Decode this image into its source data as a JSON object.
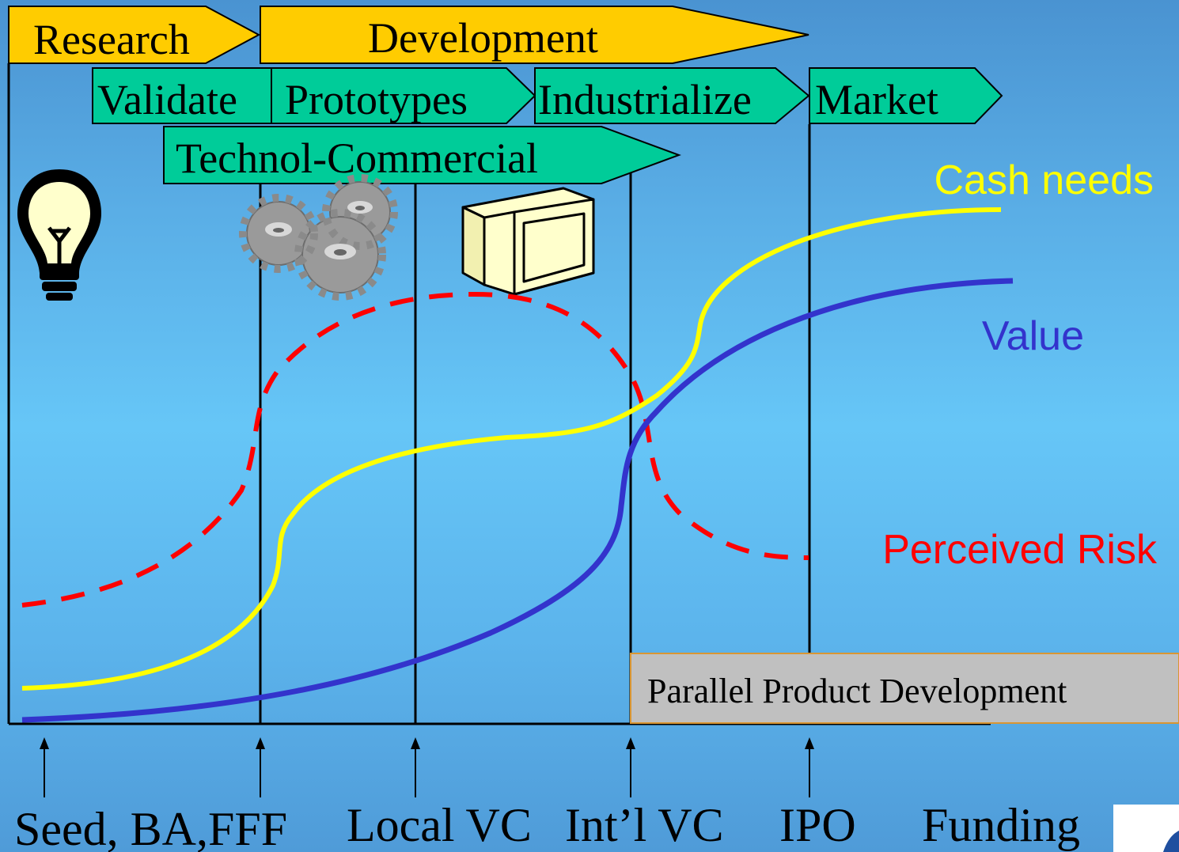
{
  "phases_top": {
    "research": "Research",
    "development": "Development"
  },
  "phases_mid": {
    "validate": "Validate",
    "prototypes": "Prototypes",
    "industrialize": "Industrialize",
    "market": "Market"
  },
  "phases_low": {
    "technol_commercial": "Technol-Commercial"
  },
  "curve_labels": {
    "cash_needs": "Cash needs",
    "value": "Value",
    "perceived_risk": "Perceived Risk"
  },
  "parallel_box": "Parallel Product Development",
  "funding": {
    "seed": "Seed, BA,FFF",
    "local_vc": "Local VC",
    "intl_vc": "Int’l VC",
    "ipo": "IPO",
    "funding": "Funding"
  },
  "colors": {
    "gold": "#ffcc00",
    "teal": "#00cc99",
    "cash": "#ffff00",
    "value": "#3333cc",
    "risk": "#ff0000",
    "grey_box": "#c0c0c0"
  },
  "icons": [
    "lightbulb-icon",
    "gears-icon",
    "computer-icon",
    "corner-logo-icon"
  ]
}
